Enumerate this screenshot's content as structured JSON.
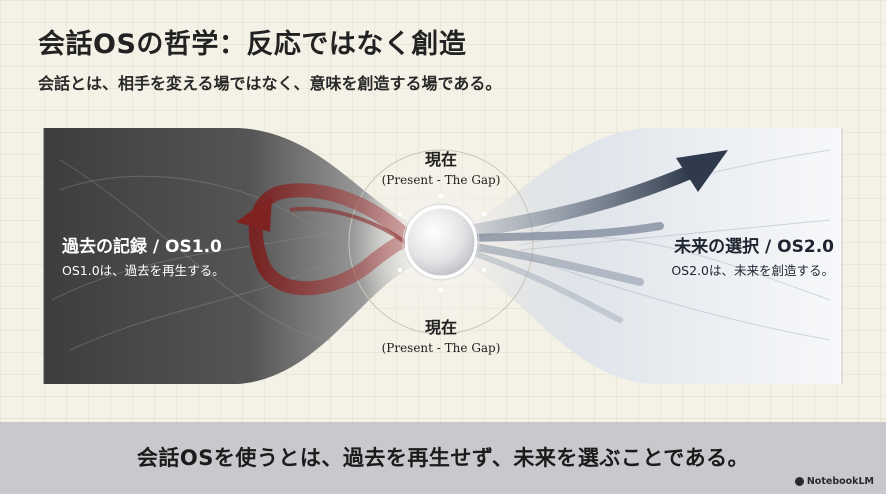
{
  "title": "会話OSの哲学：反応ではなく創造",
  "subtitle": "会話とは、相手を変える場ではなく、意味を創造する場である。",
  "center": {
    "top_label": "現在",
    "top_sub": "(Present - The Gap)",
    "bottom_label": "現在",
    "bottom_sub": "(Present - The Gap)"
  },
  "left": {
    "title": "過去の記録 / OS1.0",
    "desc": "OS1.0は、過去を再生する。"
  },
  "right": {
    "title": "未来の選択 / OS2.0",
    "desc": "OS2.0は、未来を創造する。"
  },
  "footer": "会話OSを使うとは、過去を再生せず、未来を選ぶことである。",
  "brand": "NotebookLM",
  "colors": {
    "past_panel": "#4b4b4b",
    "future_panel": "#eef1f4",
    "past_arrow": "#8a2a2a",
    "future_arrow": "#3e4a5c",
    "footer_band": "#c9c9cd"
  }
}
